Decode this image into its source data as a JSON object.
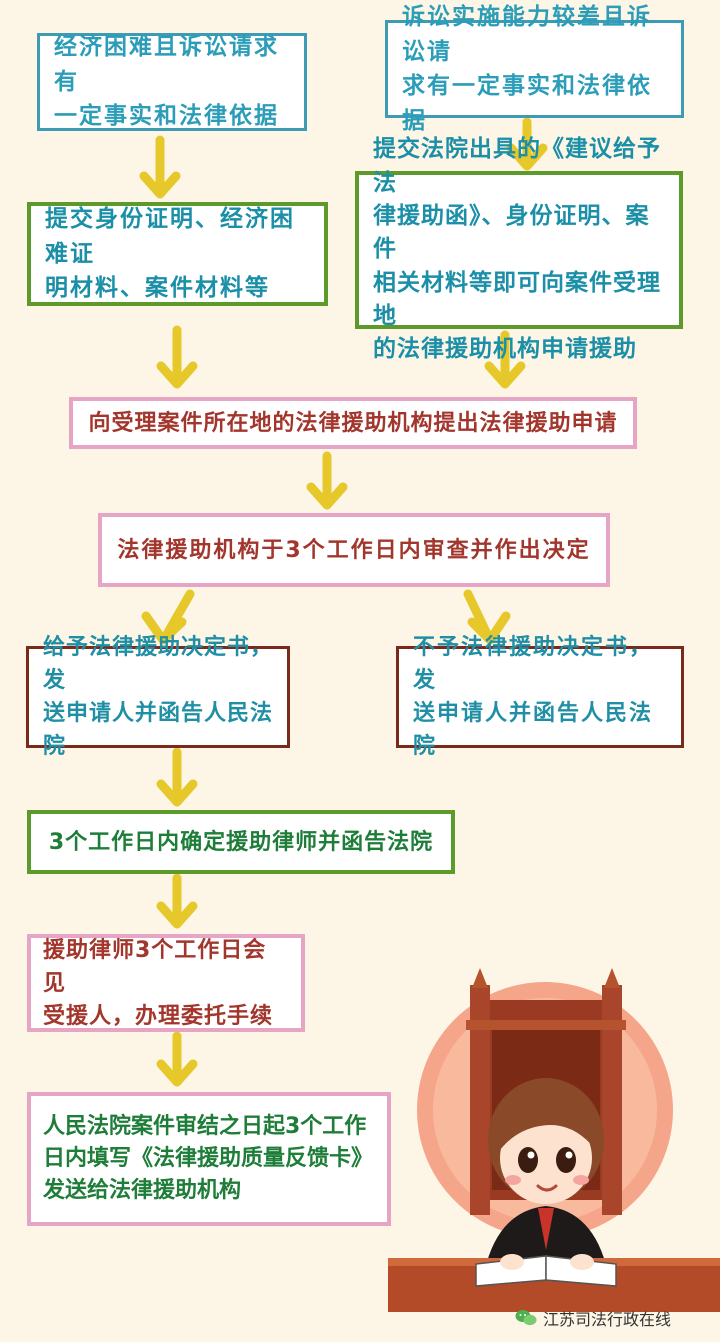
{
  "boxes": {
    "b1": "经济困难且诉讼请求有\n一定事实和法律依据",
    "b2": "诉讼实施能力较差且诉讼请\n求有一定事实和法律依据",
    "b3": "提交身份证明、经济困难证\n明材料、案件材料等",
    "b4": "提交法院出具的《建议给予法\n律援助函》、身份证明、案件\n相关材料等即可向案件受理地\n的法律援助机构申请援助",
    "b5": "向受理案件所在地的法律援助机构提出法律援助申请",
    "b6": "法律援助机构于3个工作日内审查并作出决定",
    "b7": "给予法律援助决定书，发\n送申请人并函告人民法院",
    "b8": "不予法律援助决定书，发\n送申请人并函告人民法院",
    "b9": "3个工作日内确定援助律师并函告法院",
    "b10": "援助律师3个工作日会见\n受援人，办理委托手续",
    "b11": "人民法院案件审结之日起3个工作\n日内填写《法律援助质量反馈卡》\n发送给法律援助机构"
  },
  "footer": {
    "text": "江苏司法行政在线"
  },
  "colors": {
    "arrow": "#e6c82a",
    "background": "#fdf6e6"
  },
  "icons": {
    "arrow": "down-arrow-icon",
    "footer_logo": "wechat-icon",
    "illustration": "judge-illustration"
  }
}
